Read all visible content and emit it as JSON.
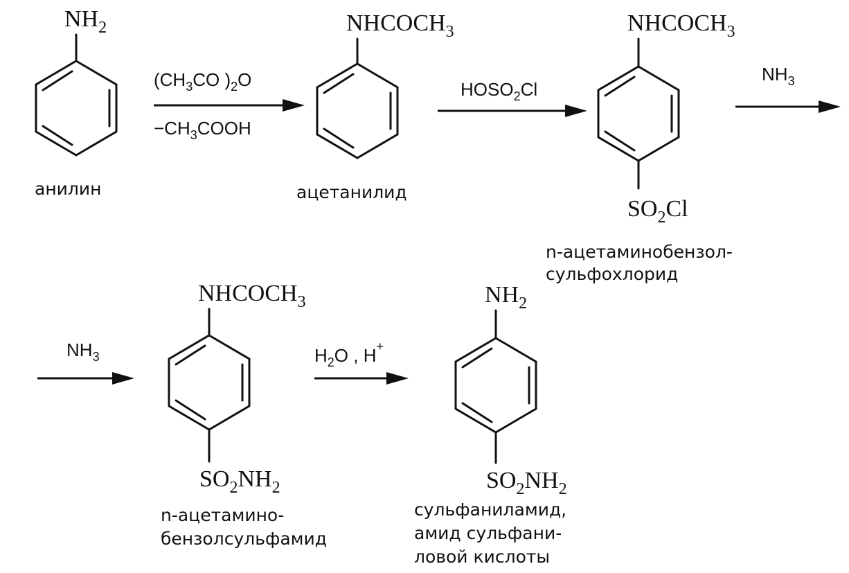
{
  "scheme": {
    "aniline": {
      "group_main": "NH",
      "group_sub": "2",
      "name": "анилин"
    },
    "step1": {
      "reagent_a": "(CH",
      "reagent_b": "3",
      "reagent_c": "CO  )",
      "reagent_d": "2",
      "reagent_e": "O",
      "byproduct_a": "−CH",
      "byproduct_b": "3",
      "byproduct_c": "COOH"
    },
    "acetanilide": {
      "group_main": "NHCOCH",
      "group_sub": "3",
      "name": "ацетанилид"
    },
    "step2": {
      "reagent_a": "HOSO",
      "reagent_b": "2",
      "reagent_c": "Cl"
    },
    "sulfochloride": {
      "top_main": "NHCOCH",
      "top_sub": "3",
      "bottom_a": "SO",
      "bottom_b": "2",
      "bottom_c": "Cl",
      "name_line1": "n-ацетаминобензол-",
      "name_line2": "сульфохлорид"
    },
    "step3": {
      "reagent_a": "NH",
      "reagent_b": "3"
    },
    "step3_cont": {
      "reagent_a": "NH",
      "reagent_b": "3"
    },
    "sulfamide": {
      "top_main": "NHCOCH",
      "top_sub": "3",
      "bottom_a": "SO",
      "bottom_b": "2",
      "bottom_c": "NH",
      "bottom_d": "2",
      "name_line1": "n-ацетамино-",
      "name_line2": "бензолсульфамид"
    },
    "step4": {
      "reagent_a": "H",
      "reagent_b": "2",
      "reagent_c": "O",
      "reagent_d": " , H",
      "reagent_e": "+"
    },
    "sulfanilamide": {
      "top_main": "NH",
      "top_sub": "2",
      "bottom_a": "SO",
      "bottom_b": "2",
      "bottom_c": "NH",
      "bottom_d": "2",
      "name_line1": "сульфаниламид,",
      "name_line2": "амид сульфани-",
      "name_line3": "ловой кислоты"
    }
  }
}
